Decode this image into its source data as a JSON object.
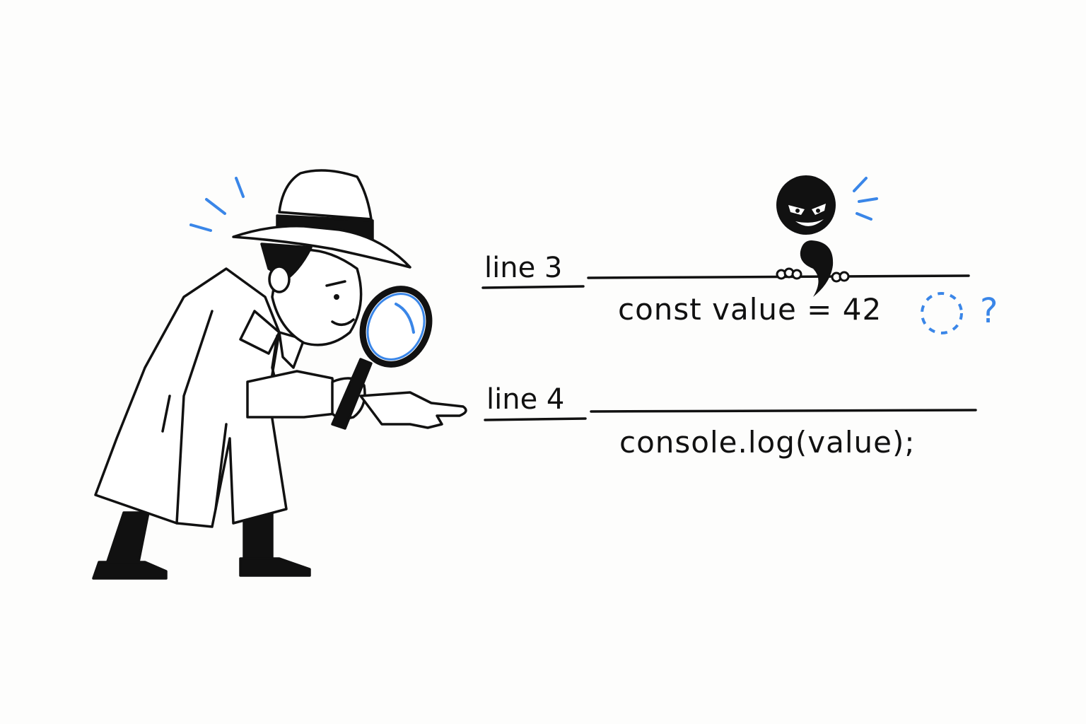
{
  "lines": [
    {
      "label": "line 3",
      "code": "const value = 42"
    },
    {
      "label": "line 4",
      "code": "console.log(value);"
    }
  ],
  "missing_marker": "?",
  "colors": {
    "ink": "#111111",
    "accent": "#3a86e8",
    "background": "#fdfdfc"
  },
  "icons": {
    "detective": "detective-with-magnifying-glass",
    "semicolon": "mischievous-semicolon-character"
  }
}
